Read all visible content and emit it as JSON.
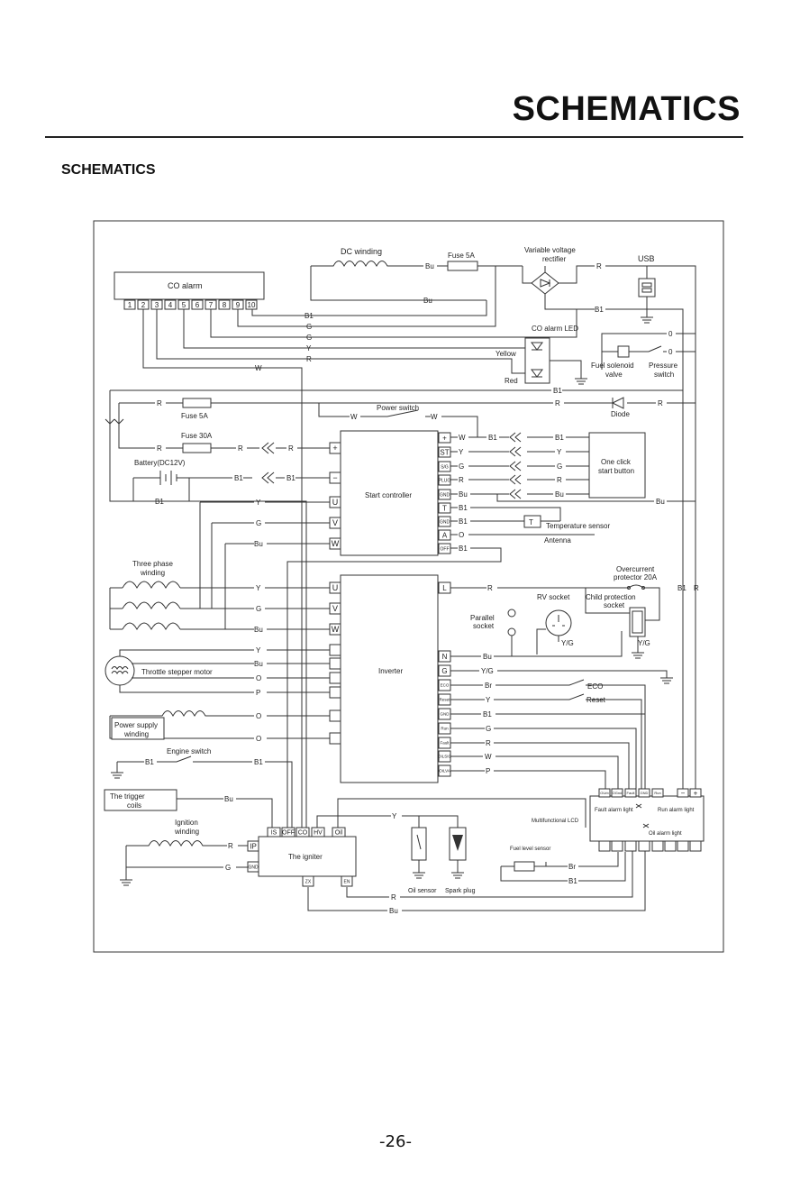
{
  "header": {
    "title": "SCHEMATICS"
  },
  "section": {
    "title": "SCHEMATICS"
  },
  "page": {
    "number": "-26-"
  },
  "labels": {
    "co_alarm": "CO alarm",
    "dc_winding": "DC winding",
    "fuse5a_top": "Fuse 5A",
    "vv_rect_1": "Variable voltage",
    "vv_rect_2": "rectifier",
    "usb": "USB",
    "co_alarm_led": "CO alarm LED",
    "yellow": "Yellow",
    "red": "Red",
    "fuel_valve_1": "Fuel solenoid",
    "fuel_valve_2": "valve",
    "pressure_1": "Pressure",
    "pressure_2": "switch",
    "fuse5a_left": "Fuse 5A",
    "power_switch": "Power switch",
    "diode": "Diode",
    "fuse30a": "Fuse 30A",
    "battery": "Battery(DC12V)",
    "start_controller": "Start controller",
    "one_click_1": "One click",
    "one_click_2": "start button",
    "temp_sensor": "Temperature sensor",
    "antenna": "Antenna",
    "three_phase_1": "Three phase",
    "three_phase_2": "winding",
    "inverter": "Inverter",
    "overcurrent_1": "Overcurrent",
    "overcurrent_2": "protector 20A",
    "rv_socket": "RV socket",
    "child_1": "Child protection",
    "child_2": "socket",
    "parallel_1": "Parallel",
    "parallel_2": "socket",
    "throttle": "Throttle stepper motor",
    "eco": "ECO",
    "reset": "Reset",
    "psw_1": "Power supply",
    "psw_2": "winding",
    "engine_switch": "Engine switch",
    "trigger_1": "The trigger",
    "trigger_2": "coils",
    "ign_1": "Ignition",
    "ign_2": "winding",
    "igniter": "The igniter",
    "multi_lcd": "Multifunctional LCD",
    "fault_light": "Fault alarm light",
    "run_light": "Run alarm light",
    "oil_light": "Oil alarm light",
    "fuel_level": "Fuel level sensor",
    "oil_sensor": "Oil sensor",
    "spark_plug": "Spark plug"
  },
  "co_pins": [
    "1",
    "2",
    "3",
    "4",
    "5",
    "6",
    "7",
    "8",
    "9",
    "10"
  ],
  "sc_pins": [
    "+",
    "ST",
    "S/G",
    "PLUG",
    "GND",
    "T",
    "GND",
    "A",
    "OFF"
  ],
  "sc_left_pins": [
    "+",
    "−",
    "U",
    "V",
    "W"
  ],
  "inv_left_pins": [
    "U",
    "V",
    "W"
  ],
  "inv_right_pins": [
    "L",
    "N",
    "G",
    "ECO",
    "Reset",
    "GND",
    "Run",
    "Fault",
    "OILSIG",
    "OILVA"
  ],
  "ig_top_pins": [
    "IS",
    "OFF",
    "CO",
    "HV",
    "Oil"
  ],
  "ig_left_pins": [
    "IP",
    "GND"
  ],
  "ig_bottom_pins": [
    "ZX",
    "EN"
  ],
  "lcd_top_pins": [
    "OUrb",
    "OGnd",
    "Fault",
    "GND",
    "Run",
    "−",
    "+"
  ],
  "wires": {
    "b1": "B1",
    "g": "G",
    "y": "Y",
    "r": "R",
    "w": "W",
    "bu": "Bu",
    "o": "O",
    "p": "P",
    "br": "Br",
    "yg": "Y/G",
    "zero": "0"
  },
  "colors": {
    "line": "#333333",
    "ink": "#111111",
    "paper": "#ffffff"
  }
}
